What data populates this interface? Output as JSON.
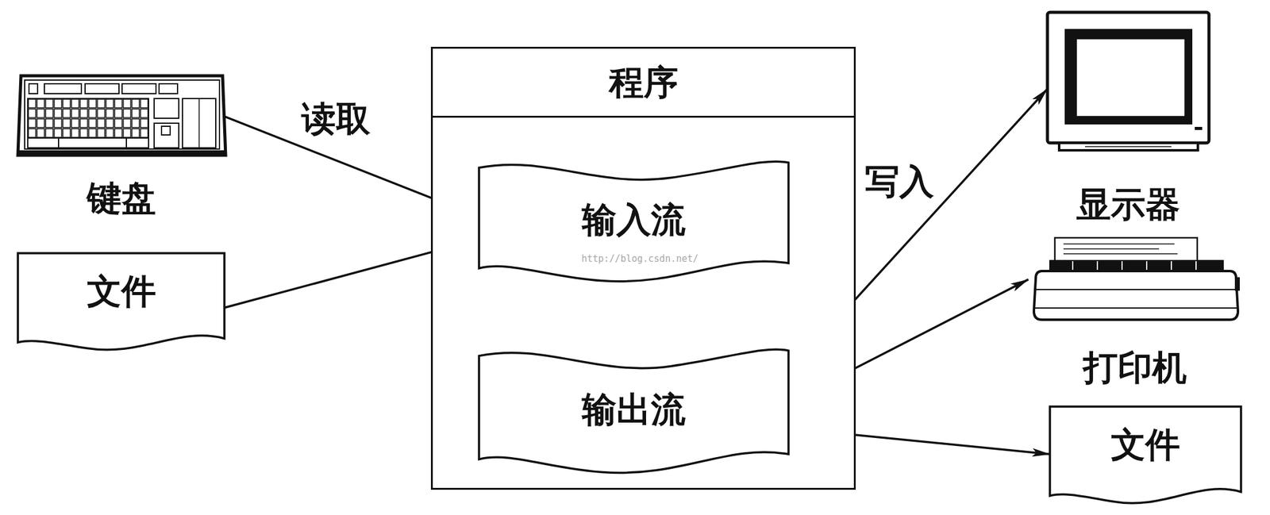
{
  "diagram": {
    "nodes": [
      {
        "text": [
          "键盘"
        ]
      },
      {
        "text": [
          "文件"
        ]
      },
      {
        "text": [
          "程序"
        ]
      },
      {
        "text": [
          "输入流"
        ],
        "in": 2
      },
      {
        "text": [
          "输出流"
        ],
        "in": 2
      },
      {
        "text": [
          "显示器"
        ]
      },
      {
        "text": [
          "打印机"
        ]
      },
      {
        "text": [
          "文件"
        ]
      }
    ],
    "edges": [
      {
        "from": 0,
        "to": 3,
        "arrow": "to"
      },
      {
        "from": 1,
        "to": 3,
        "arrow": "to"
      },
      {
        "from": 4,
        "to": 5,
        "arrow": "to"
      },
      {
        "from": 4,
        "to": 6,
        "arrow": "to"
      },
      {
        "from": 4,
        "to": 7,
        "arrow": "to"
      }
    ],
    "labels": [
      "读取",
      "写入",
      "http://blog.csdn.net/"
    ]
  }
}
